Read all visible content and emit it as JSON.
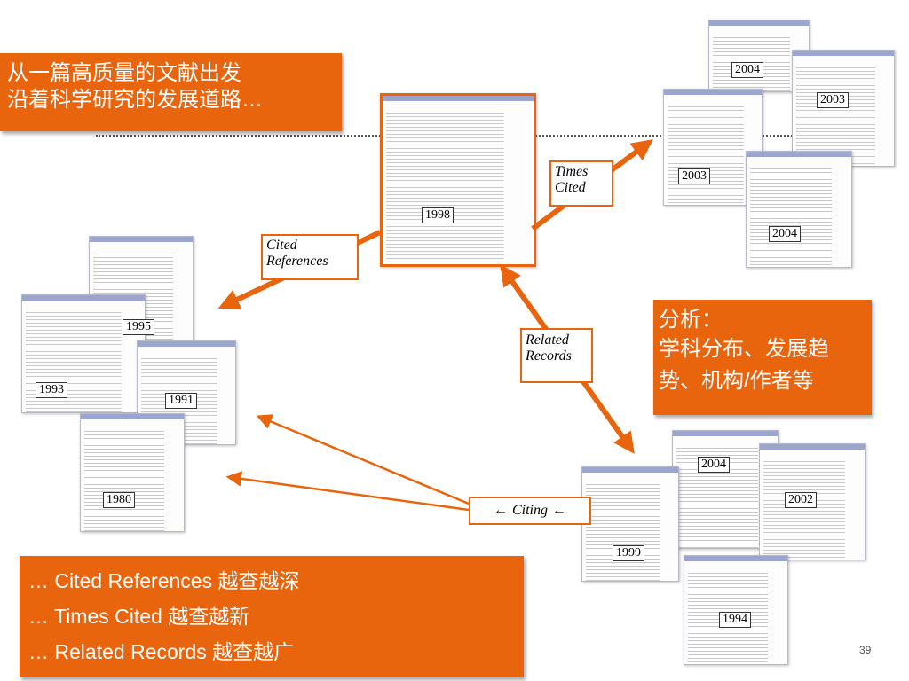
{
  "title": {
    "line1": "从一篇高质量的文献出发",
    "line2": "沿着科学研究的发展道路…"
  },
  "labels": {
    "times_cited": [
      "Times",
      "Cited"
    ],
    "cited_references": [
      "Cited",
      "References"
    ],
    "related_records": [
      "Related",
      "Records"
    ],
    "citing": "Citing"
  },
  "analysis": {
    "line1": "分析：",
    "line2": "学科分布、发展趋",
    "line3": "势、机构/作者等"
  },
  "summary": [
    "… Cited References 越查越深",
    "… Times Cited 越查越新",
    "… Related Records 越查越广"
  ],
  "years": {
    "main": "1998",
    "times_cited": [
      "2004",
      "2003",
      "2003",
      "2004"
    ],
    "cited_refs": [
      "1995",
      "1993",
      "1991",
      "1980"
    ],
    "related": [
      "2004",
      "2002",
      "1999",
      "1994"
    ]
  },
  "page_number": "39",
  "colors": {
    "accent": "#e8650e"
  }
}
